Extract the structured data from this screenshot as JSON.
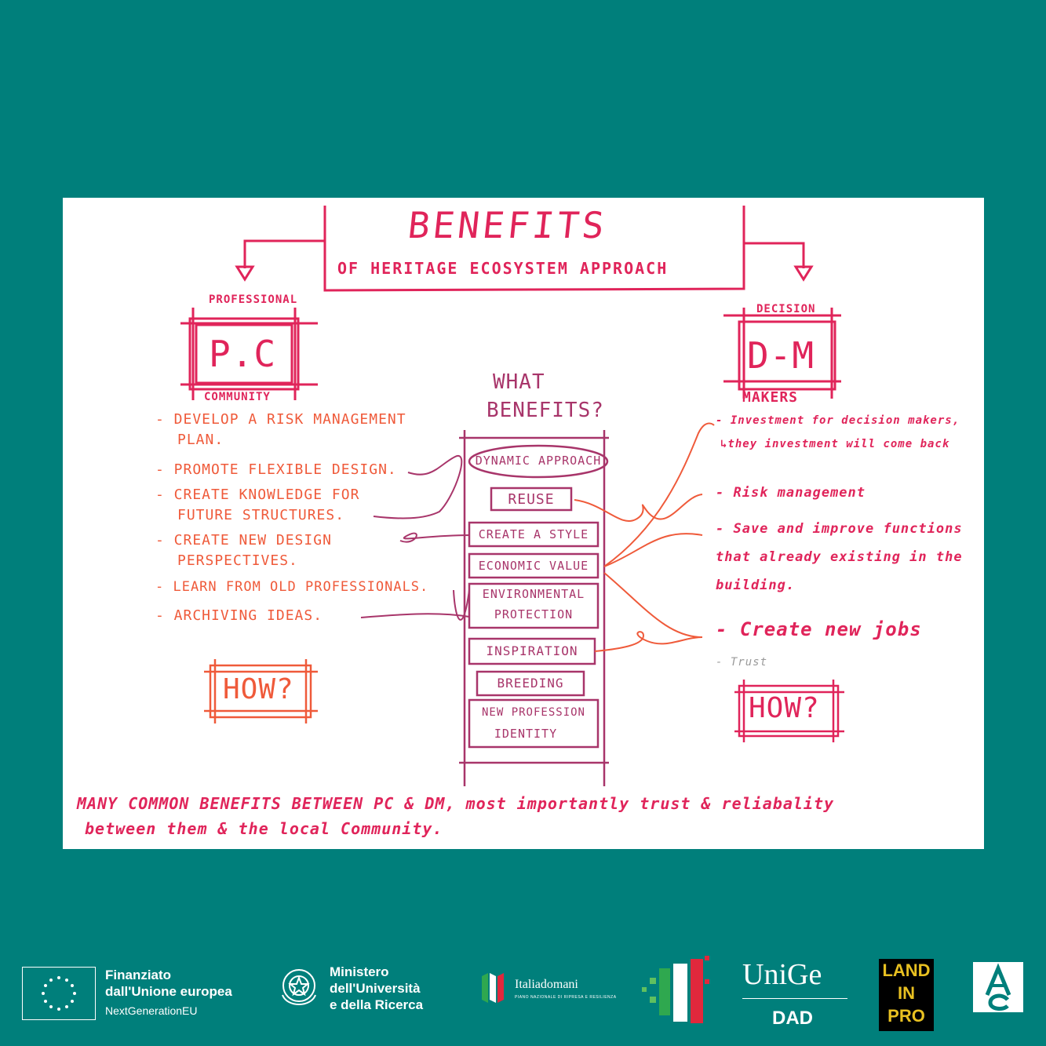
{
  "poster": {
    "title": "BENEFITS",
    "subtitle": "OF HERITAGE ECOSYSTEM APPROACH",
    "left_box": {
      "top_label": "PROFESSIONAL",
      "letters": "P.C",
      "bottom_label": "COMMUNITY"
    },
    "right_box": {
      "top_label": "DECISION",
      "letters": "D-M",
      "bottom_label": "MAKERS"
    },
    "center_heading_line1": "WHAT",
    "center_heading_line2": "BENEFITS?",
    "stack_items": [
      "DYNAMIC APPROACH",
      "REUSE",
      "CREATE A STYLE",
      "ECONOMIC VALUE",
      "ENVIRONMENTAL",
      "PROTECTION",
      "INSPIRATION",
      "BREEDING",
      "NEW PROFESSION",
      "IDENTITY"
    ],
    "left_list": [
      "- DEVELOP A RISK MANAGEMENT",
      "PLAN.",
      "- PROMOTE FLEXIBLE DESIGN.",
      "- CREATE KNOWLEDGE FOR",
      "FUTURE STRUCTURES.",
      "- CREATE NEW DESIGN",
      "PERSPECTIVES.",
      "- LEARN FROM OLD PROFESSIONALS.",
      "- ARCHIVING IDEAS."
    ],
    "right_list": [
      "- Investment for decision makers,",
      "↳they investment will come back",
      "- Risk management",
      "- Save and improve functions",
      "that already existing in the",
      "building.",
      "- Create new jobs",
      "- Trust"
    ],
    "how_left": "HOW?",
    "how_right": "HOW?",
    "footer_line1": "MANY COMMON BENEFITS BETWEEN PC & DM, most importantly trust & reliabality",
    "footer_line2": "between them & the local Community."
  },
  "logos": {
    "eu_line1": "Finanziato",
    "eu_line2": "dall'Unione europea",
    "eu_line3": "NextGenerationEU",
    "mur_line1": "Ministero",
    "mur_line2": "dell'Università",
    "mur_line3": "e della Ricerca",
    "italiadomani": "Italiadomani",
    "italiadomani_sub": "PIANO NAZIONALE DI RIPRESA E RESILIENZA",
    "unige": "UniGe",
    "dad": "DAD",
    "land_line1": "LAND",
    "land_line2": "IN",
    "land_line3": "PRO"
  },
  "colors": {
    "background": "#007f7b",
    "marker_red": "#e0245a",
    "marker_orange": "#ef5a3a",
    "marker_plum": "#a8356a"
  }
}
